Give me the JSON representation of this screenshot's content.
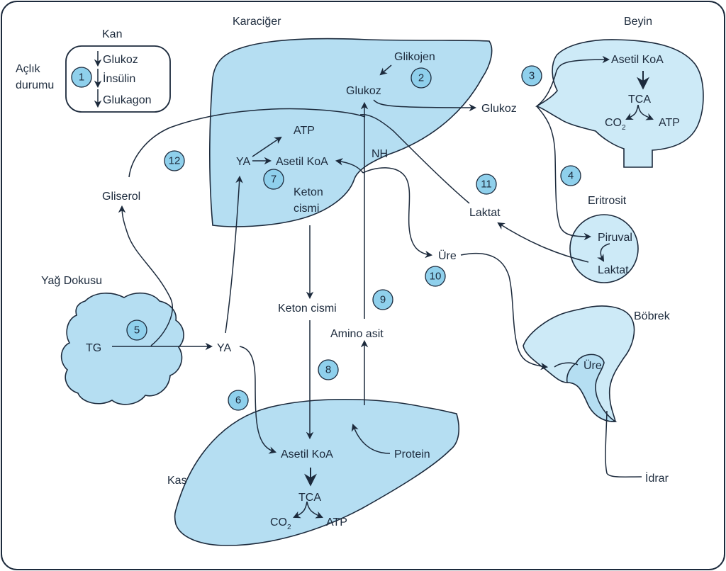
{
  "labels": {
    "kan": "Kan",
    "aclik_1": "Açlık",
    "aclik_2": "durumu",
    "kan_glukoz": "Glukoz",
    "kan_insulin": "İnsülin",
    "kan_glukagon": "Glukagon",
    "karaciger": "Karaciğer",
    "glikojen": "Glikojen",
    "kc_glukoz": "Glukoz",
    "kc_atp": "ATP",
    "kc_ya": "YA",
    "kc_asetil": "Asetil KoA",
    "kc_nh": "NH",
    "kc_keton_1": "Keton",
    "kc_keton_2": "cismi",
    "beyin": "Beyin",
    "beyin_glukoz": "Glukoz",
    "beyin_asetil": "Asetil KoA",
    "beyin_tca": "TCA",
    "beyin_co2": "CO",
    "beyin_co2_sub": "2",
    "beyin_atp": "ATP",
    "gliserol": "Gliserol",
    "laktat": "Laktat",
    "eritrosit": "Eritrosit",
    "piruval": "Piruval",
    "eri_laktat": "Laktat",
    "ure": "Üre",
    "yag_dokusu": "Yağ Dokusu",
    "tg": "TG",
    "ya": "YA",
    "keton_cismi": "Keton cismi",
    "amino_asit": "Amino asit",
    "bobrek": "Böbrek",
    "bobrek_ure": "Üre",
    "idrar": "İdrar",
    "kas": "Kas",
    "kas_asetil": "Asetil KoA",
    "protein": "Protein",
    "kas_tca": "TCA",
    "kas_co2": "CO",
    "kas_co2_sub": "2",
    "kas_atp": "ATP"
  },
  "badges": [
    "1",
    "2",
    "3",
    "4",
    "5",
    "6",
    "7",
    "8",
    "9",
    "10",
    "11",
    "12"
  ],
  "colors": {
    "organ": "#b5def2",
    "badge": "#8fd0ec",
    "ink": "#1c2a3c"
  }
}
